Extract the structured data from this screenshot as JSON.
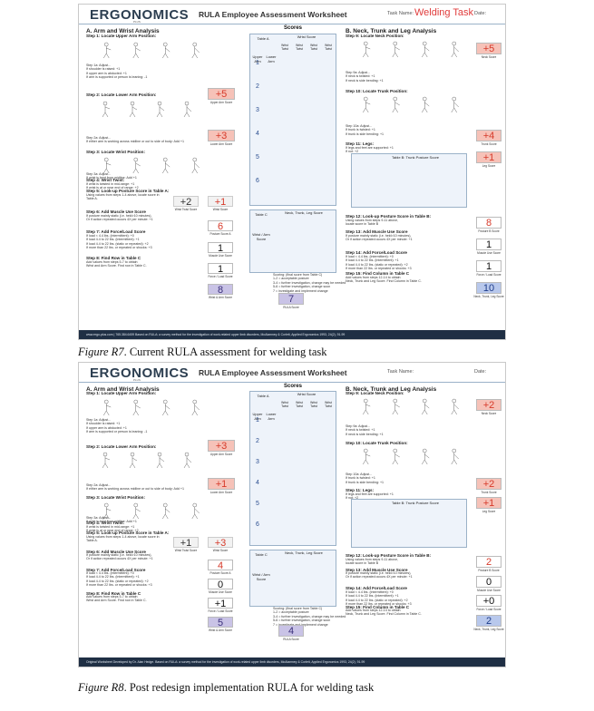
{
  "worksheet": {
    "logo": "ERGONOMICS",
    "logo_sub": "PLUS",
    "title": "RULA Employee Assessment Worksheet",
    "task_label": "Task Name:",
    "date_label": "Date:",
    "section_a": "A. Arm and Wrist Analysis",
    "section_b": "B. Neck, Trunk and Leg Analysis",
    "scores_title": "Scores",
    "table_a": "Table A",
    "table_b": "Table B: Trunk Posture Score",
    "table_c": "Table C",
    "wrist_score": "Wrist Score",
    "upper_arm": "Upper Arm",
    "lower_arm": "Lower Arm",
    "wrist_arm_score": "Wrist / Arm Score",
    "neck_trunk_leg": "Neck, Trunk, Leg Score",
    "twist_cols": [
      "Wrist Twist",
      "Wrist Twist",
      "Wrist Twist",
      "Wrist Twist"
    ],
    "steps_a": [
      "Step 1: Locate Upper Arm Position:",
      "Step 2: Locate Lower Arm Position:",
      "Step 3: Locate Wrist Position:",
      "Step 4: Wrist Twist:",
      "Step 5: Look-up Posture Score in Table A:",
      "Step 6: Add Muscle Use Score",
      "Step 7: Add Force/Load Score",
      "Step 8: Find Row in Table C"
    ],
    "steps_b": [
      "Step 9: Locate Neck Position:",
      "Step 10: Locate Trunk Position:",
      "Step 11: Legs:",
      "Step 12: Look-up Posture Score in Table B:",
      "Step 13: Add Muscle Use Score",
      "Step 14: Add Force/Load Score",
      "Step 15: Find Column in Table C"
    ],
    "notes": {
      "s1a": "Step 1a: Adjust...\nIf shoulder is raised: +1\nIf upper arm is abducted: +1\nIf arm is supported or person is leaning: -1",
      "s2a": "Step 2a: Adjust...\nIf either arm is working across midline or out to side of body: Add +1",
      "s3a": "Step 3a: Adjust...\nIf wrist is bent from midline: Add +1",
      "s4": "If wrist is twisted in mid-range: +1\nIf wrist is at or near end of range: +2",
      "s5": "Using values from steps 1-4 above, locate score in\nTable A.",
      "s6": "If posture mainly static (i.e. held>10 minutes),\nOr if action repeated occurs 4X per minute: +1",
      "s7": "If load < 4.4 lbs. (intermittent): +0\nIf load 4.4 to 22 lbs. (intermittent): +1\nIf load 4.4 to 22 lbs. (static or repeated): +2\nIf more than 22 lbs. or repeated or shocks: +3",
      "s8": "Add values from steps 5-7 to obtain\nWrist and Arm Score. Find row in Table C.",
      "s9a": "Step 9a: Adjust...\nIf neck is twisted: +1\nIf neck is side bending: +1",
      "s10a": "Step 10a: Adjust...\nIf trunk is twisted: +1\nIf trunk is side bending: +1",
      "s11": "If legs and feet are supported: +1\nIf not: +2",
      "s12": "Using values from steps 9-11 above,\nlocate score in Table B",
      "s13": "If posture mainly static (i.e. held>10 minutes),\nOr if action repeated occurs 4X per minute: +1",
      "s14": "If load < 4.4 lbs. (intermittent): +0\nIf load 4.4 to 22 lbs. (intermittent): +1\nIf load 4.4 to 22 lbs. (static or repeated): +2\nIf more than 22 lbs. or repeated or shocks: +3",
      "s15": "Add values from steps 12-14 to obtain\nNeck, Trunk and Leg Score. Find Column in Table C."
    },
    "scoring": "Scoring: (final score from Table C)\n1-2 = acceptable posture\n3-4 = further investigation, change may be needed\n5-6 = further investigation, change soon\n7 = investigate and implement change",
    "captions_small": {
      "upper_arm_score": "Upper Arm Score",
      "lower_arm_score": "Lower Arm Score",
      "wrist_score": "Wrist Score",
      "wrist_twist_score": "Wrist Twist Score",
      "posture_score_a": "Posture Score A",
      "muscle_use": "Muscle Use Score",
      "force_load": "Force / Load Score",
      "wrist_arm": "Wrist & Arm Score",
      "neck_score": "Neck Score",
      "trunk_score": "Trunk Score",
      "leg_score": "Leg Score",
      "posture_score_b": "Posture B Score",
      "neck_trunk_leg_score": "Neck, Trunk, Leg Score",
      "rula_score": "RULA Score"
    }
  },
  "sheet1": {
    "task_value": "Welding Task",
    "footer": "www.ergo-plus.com   |   765.384.6459        Based on RULA: a survey method for the investigation of work-related upper limb disorders, McAtamney & Corlett, Applied Ergonomics 1993, 24(2), 91-99",
    "scores": {
      "upper_arm": "+5",
      "lower_arm": "+3",
      "wrist": "+1",
      "wrist_twist": "+2",
      "posture_a": "6",
      "muscle_a": "1",
      "force_a": "1",
      "wrist_arm": "8",
      "neck": "+5",
      "trunk": "+4",
      "leg": "+1",
      "posture_b": "8",
      "muscle_b": "1",
      "force_b": "1",
      "ntl": "10",
      "rula": "7"
    }
  },
  "sheet2": {
    "task_value": "",
    "footer": "Original Worksheet Developed by Dr. Alan Hedge. Based on RULA: a survey method for the investigation of work-related upper limb disorders, McAtamney & Corlett, Applied Ergonomics 1993, 24(2), 91-99",
    "scores": {
      "upper_arm": "+3",
      "lower_arm": "+1",
      "wrist": "+3",
      "wrist_twist": "+1",
      "posture_a": "4",
      "muscle_a": "0",
      "force_a": "+1",
      "wrist_arm": "5",
      "neck": "+2",
      "trunk": "+2",
      "leg": "+1",
      "posture_b": "2",
      "muscle_b": "0",
      "force_b": "+0",
      "ntl": "2",
      "rula": "4"
    }
  },
  "captions": {
    "fig_r7_label": "Figure R7",
    "fig_r7_text": ". Current RULA assessment for welding task",
    "fig_r8_label": "Figure R8",
    "fig_r8_text": ". Post redesign implementation RULA for welding task"
  }
}
